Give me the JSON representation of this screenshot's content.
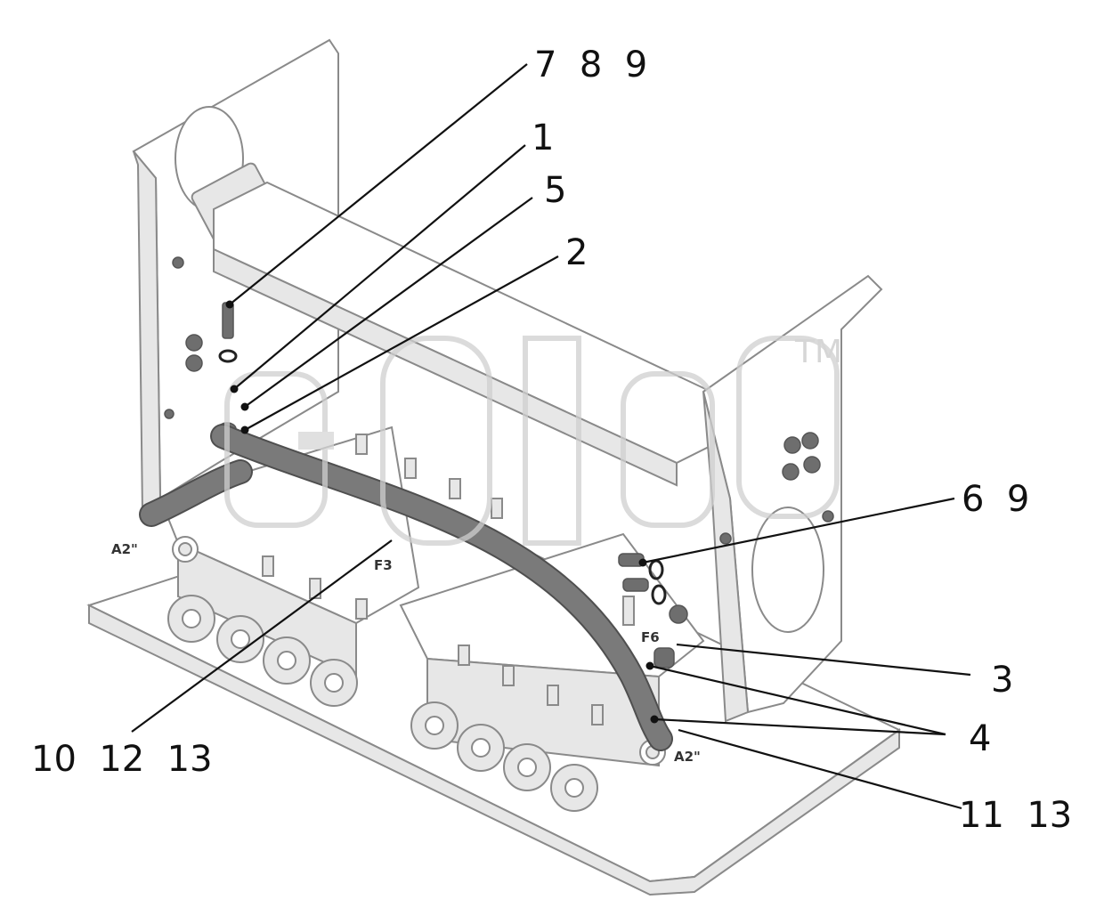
{
  "callouts": [
    {
      "id": "c789",
      "text": "7  8  9"
    },
    {
      "id": "c1",
      "text": "1"
    },
    {
      "id": "c5",
      "text": "5"
    },
    {
      "id": "c2",
      "text": "2"
    },
    {
      "id": "c69",
      "text": "6  9"
    },
    {
      "id": "c3",
      "text": "3"
    },
    {
      "id": "c4",
      "text": "4"
    },
    {
      "id": "c101213",
      "text": "10  12  13"
    },
    {
      "id": "c1113",
      "text": "11  13"
    }
  ],
  "port_labels": {
    "a2_left": "A2\"",
    "f3": "F3",
    "f6": "F6",
    "a2_right": "A2\""
  },
  "watermark": {
    "trademark": "TM"
  }
}
